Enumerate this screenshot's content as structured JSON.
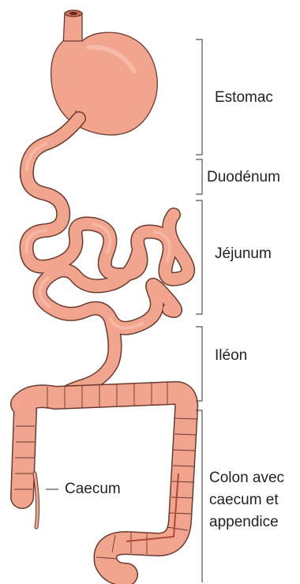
{
  "colors": {
    "tissue": "#f2a58e",
    "tissue_light": "#f8c3b2",
    "outline": "#6b3a2e",
    "bracket": "#555555",
    "text": "#222222"
  },
  "labels": {
    "estomac": "Estomac",
    "duodenum": "Duodénum",
    "jejunum": "Jéjunum",
    "ileon": "Iléon",
    "colon": [
      "Colon avec",
      "caecum et",
      "appendice"
    ],
    "caecum": "Caecum"
  }
}
